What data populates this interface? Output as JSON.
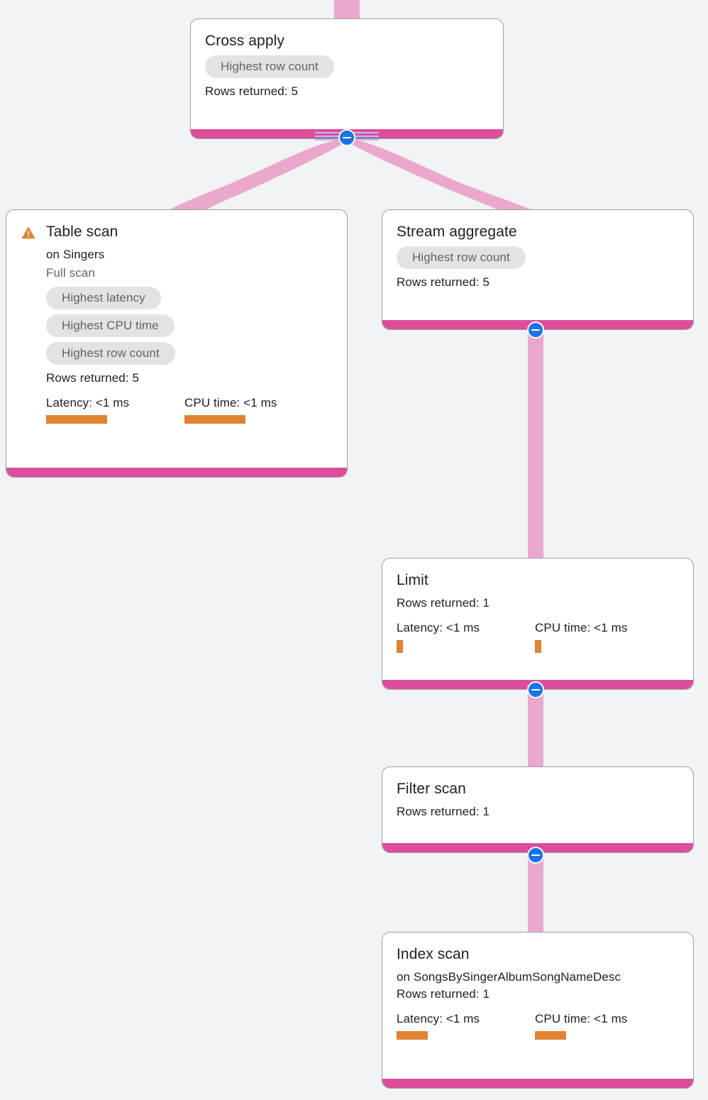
{
  "theme": {
    "background": "#f1f3f4",
    "card_background": "#ffffff",
    "card_border": "#9aa0a6",
    "accent_bar": "#de4d9b",
    "edge_ribbon": "#eaa8cd",
    "chip_background": "#e3e3e3",
    "chip_text": "#5f6368",
    "metric_bar": "#e08231",
    "warning_icon": "#e08231",
    "toggle_blue": "#1a73e8",
    "toggle_rail": "#a8c7fa"
  },
  "labels": {
    "rows_returned_prefix": "Rows returned:",
    "latency_prefix": "Latency:",
    "cpu_prefix": "CPU time:",
    "collapse_toggle": "Collapse"
  },
  "nodes": {
    "cross_apply": {
      "title": "Cross apply",
      "chips": [
        "Highest row count"
      ],
      "rows_returned": "Rows returned: 5"
    },
    "table_scan": {
      "title": "Table scan",
      "target": "on Singers",
      "scan_type": "Full scan",
      "chips": [
        "Highest latency",
        "Highest CPU time",
        "Highest row count"
      ],
      "rows_returned": "Rows returned: 5",
      "latency": "Latency: <1 ms",
      "cpu_time": "CPU time: <1 ms",
      "latency_bar_width": 86,
      "cpu_bar_width": 86,
      "has_warning": true
    },
    "stream_aggregate": {
      "title": "Stream aggregate",
      "chips": [
        "Highest row count"
      ],
      "rows_returned": "Rows returned: 5"
    },
    "limit": {
      "title": "Limit",
      "rows_returned": "Rows returned: 1",
      "latency": "Latency: <1 ms",
      "cpu_time": "CPU time: <1 ms",
      "latency_bar_width": 9,
      "cpu_bar_width": 9
    },
    "filter_scan": {
      "title": "Filter scan",
      "rows_returned": "Rows returned: 1"
    },
    "index_scan": {
      "title": "Index scan",
      "target": "on SongsBySingerAlbumSongNameDesc",
      "rows_returned": "Rows returned: 1",
      "latency": "Latency: <1 ms",
      "cpu_time": "CPU time: <1 ms",
      "latency_bar_width": 44,
      "cpu_bar_width": 44
    }
  }
}
